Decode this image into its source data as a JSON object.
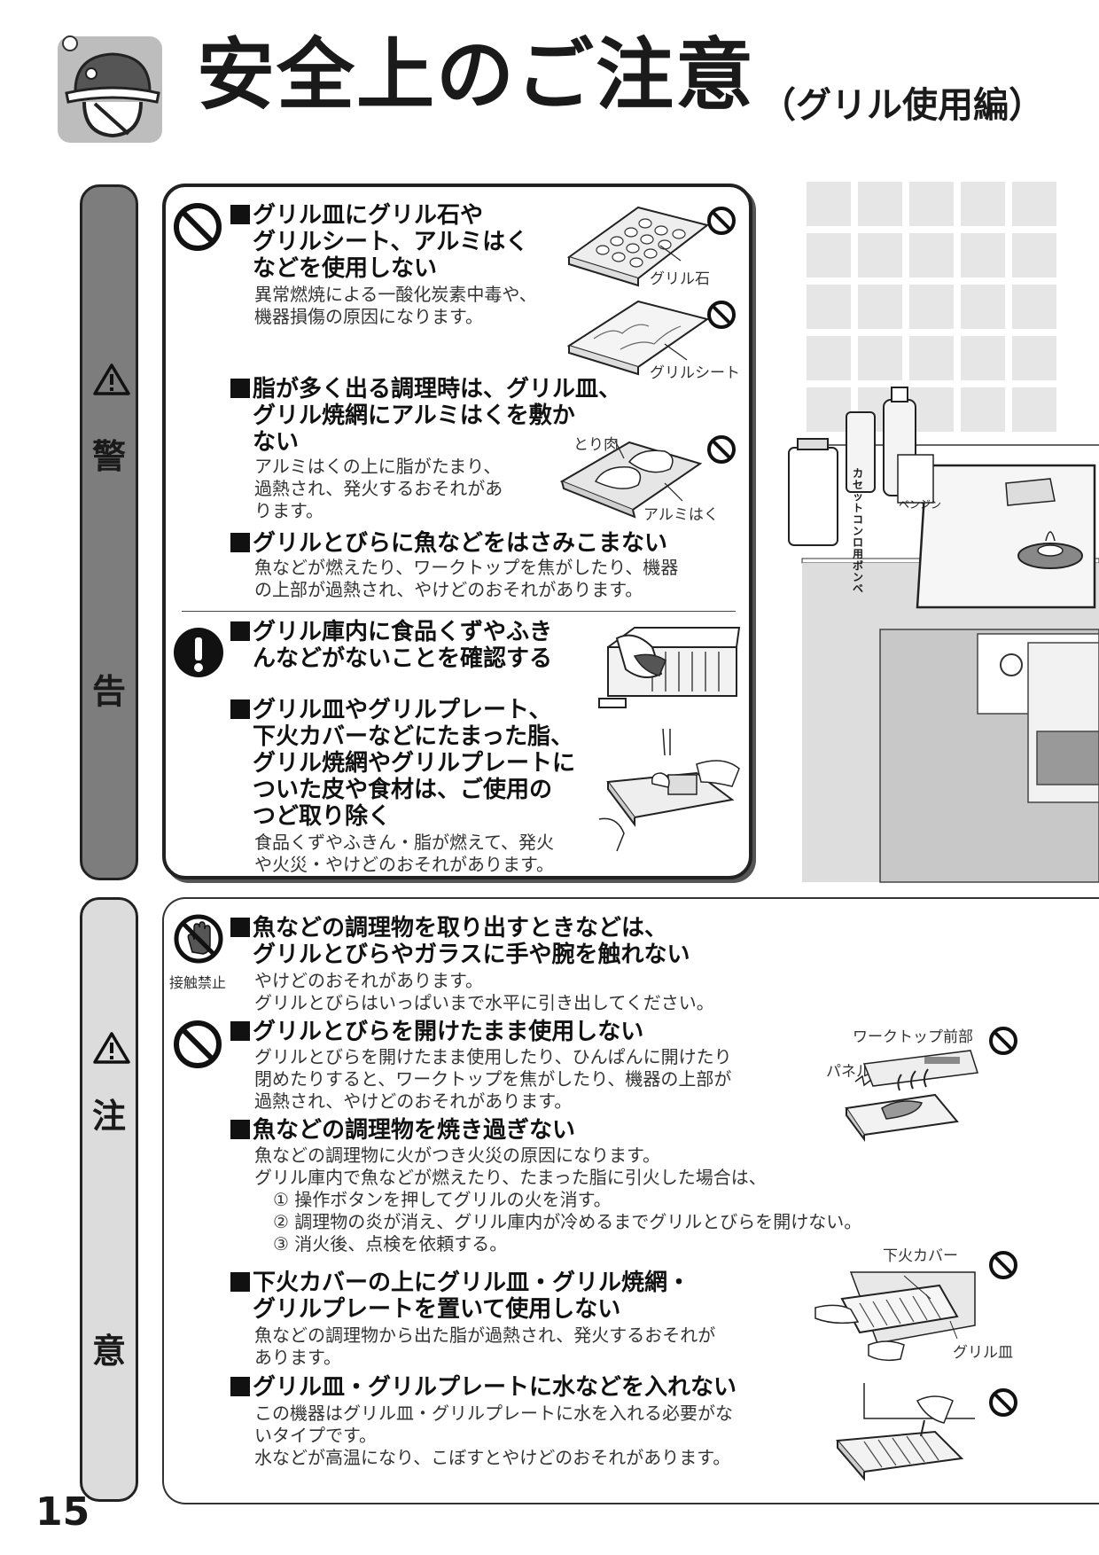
{
  "header": {
    "title": "安全上のご注意",
    "subtitle": "（グリル使用編）"
  },
  "tabs": {
    "warning": [
      "警",
      "告"
    ],
    "caution": [
      "注",
      "意"
    ]
  },
  "warning": {
    "item1": {
      "heading": [
        "グリル皿にグリル石や",
        "グリルシート、アルミはく",
        "などを使用しない"
      ],
      "body": [
        "異常燃焼による一酸化炭素中毒や、",
        "機器損傷の原因になります。"
      ],
      "label_stone": "グリル石",
      "label_sheet": "グリルシート"
    },
    "item2": {
      "heading": [
        "脂が多く出る調理時は、グリル皿、",
        "グリル焼網にアルミはくを敷か",
        "ない"
      ],
      "body": [
        "アルミはくの上に脂がたまり、",
        "過熱され、発火するおそれがあ",
        "ります。"
      ],
      "label_chicken": "とり肉",
      "label_foil": "アルミはく"
    },
    "item3": {
      "heading": [
        "グリルとびらに魚などをはさみこまない"
      ],
      "body": [
        "魚などが燃えたり、ワークトップを焦がしたり、機器",
        "の上部が過熱され、やけどのおそれがあります。"
      ]
    },
    "item4": {
      "heading": [
        "グリル庫内に食品くずやふき",
        "んなどがないことを確認する"
      ]
    },
    "item5": {
      "heading": [
        "グリル皿やグリルプレート、",
        "下火カバーなどにたまった脂、",
        "グリル焼網やグリルプレートに",
        "ついた皮や食材は、ご使用の",
        "つど取り除く"
      ],
      "body": [
        "食品くずやふきん・脂が燃えて、発火",
        "や火災・やけどのおそれがあります。"
      ]
    },
    "kitchen_labels": {
      "can": "カセットコンロ用ボンベ",
      "bottle": "ベンジン"
    }
  },
  "caution": {
    "item1": {
      "icon_label": "接触禁止",
      "heading": [
        "魚などの調理物を取り出すときなどは、",
        "グリルとびらやガラスに手や腕を触れない"
      ],
      "body": [
        "やけどのおそれがあります。",
        "グリルとびらはいっぱいまで水平に引き出してください。"
      ]
    },
    "item2": {
      "heading": [
        "グリルとびらを開けたまま使用しない"
      ],
      "body": [
        "グリルとびらを開けたまま使用したり、ひんぱんに開けたり",
        "閉めたりすると、ワークトップを焦がしたり、機器の上部が",
        "過熱され、やけどのおそれがあります。"
      ],
      "label_worktop": "ワークトップ前部",
      "label_panel": "パネル"
    },
    "item3": {
      "heading": [
        "魚などの調理物を焼き過ぎない"
      ],
      "body": [
        "魚などの調理物に火がつき火災の原因になります。",
        "グリル庫内で魚などが燃えたり、たまった脂に引火した場合は、"
      ],
      "steps": [
        "① 操作ボタンを押してグリルの火を消す。",
        "② 調理物の炎が消え、グリル庫内が冷めるまでグリルとびらを開けない。",
        "③ 消火後、点検を依頼する。"
      ]
    },
    "item4": {
      "heading": [
        "下火カバーの上にグリル皿・グリル焼網・",
        "グリルプレートを置いて使用しない"
      ],
      "body": [
        "魚などの調理物から出た脂が過熱され、発火するおそれが",
        "あります。"
      ],
      "label_cover": "下火カバー",
      "label_tray": "グリル皿"
    },
    "item5": {
      "heading": [
        "グリル皿・グリルプレートに水などを入れない"
      ],
      "body": [
        "この機器はグリル皿・グリルプレートに水を入れる必要がな",
        "いタイプです。",
        "水などが高温になり、こぼすとやけどのおそれがあります。"
      ]
    }
  },
  "page_number": "15"
}
